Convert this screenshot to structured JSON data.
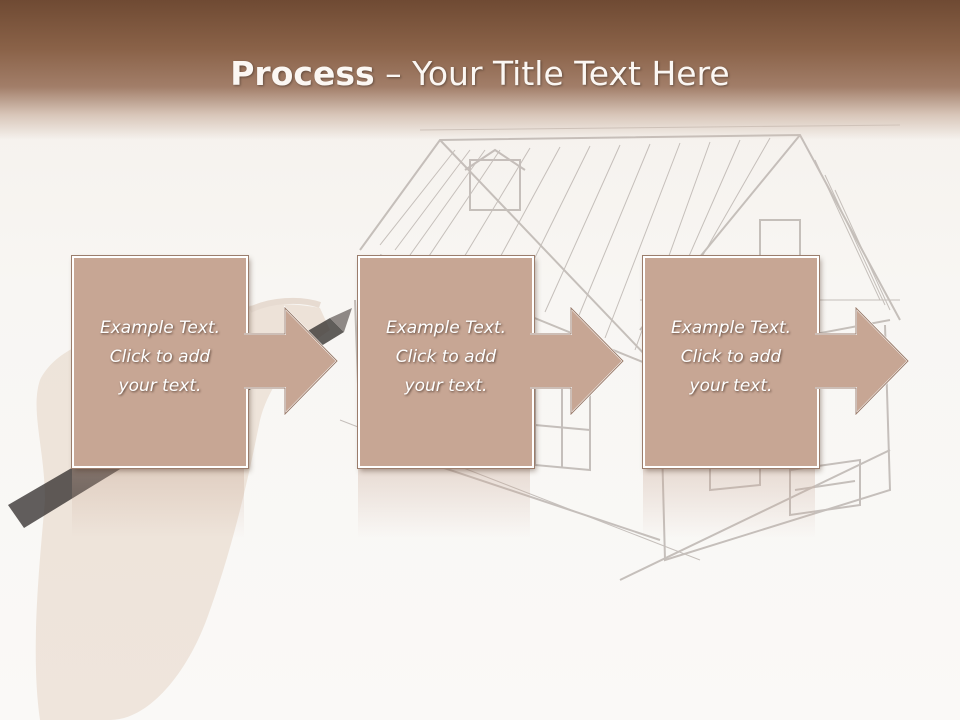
{
  "slide": {
    "title_bold": "Process",
    "title_rest": " – Your Title Text Here"
  },
  "steps": [
    {
      "line1": "Example Text.",
      "line2": "Click  to add",
      "line3": "your text."
    },
    {
      "line1": "Example Text.",
      "line2": "Click  to add",
      "line3": "your text."
    },
    {
      "line1": "Example Text.",
      "line2": "Click  to add",
      "line3": "your text."
    }
  ],
  "colors": {
    "header": "#7a5440",
    "box_fill": "#c7a694",
    "box_text": "#ffffff",
    "sketch_line": "#b9b2ad"
  },
  "icons": {
    "background_image": "hand-drawing-house-sketch",
    "step_arrow": "right-arrow-icon"
  }
}
